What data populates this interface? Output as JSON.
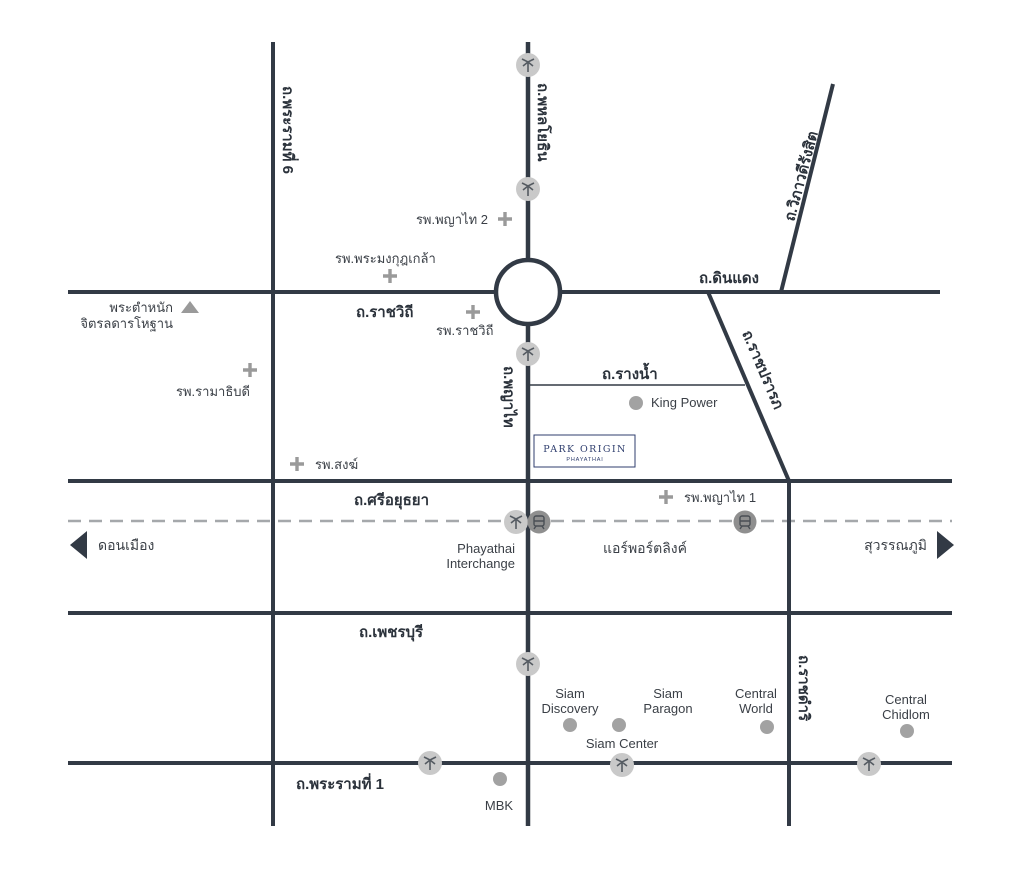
{
  "roads": {
    "phahonyothin": "ถ.พหลโยธิน",
    "rama6": "ถ.พระรามที่ 6",
    "vibhavadi": "ถ.วิภาวดีรังสิต",
    "din_daeng": "ถ.ดินแดง",
    "ratchawithi": "ถ.ราชวิถี",
    "ratchaprarop": "ถ.ราชปรารภ",
    "rang_nam": "ถ.รางน้ำ",
    "phaya_thai": "ถ.พญาไท",
    "si_ayutthaya": "ถ.ศรีอยุธยา",
    "phetchaburi": "ถ.เพชรบุรี",
    "ratchadamri": "ถ.ราชดำริ",
    "rama1": "ถ.พระรามที่ 1"
  },
  "places": {
    "phyathai2": "รพ.พญาไท 2",
    "phramongkut": "รพ.พระมงกุฎเกล้า",
    "palace_line1": "พระตำหนัก",
    "palace_line2": "จิตรลดารโหฐาน",
    "ratchawithi_hosp": "รพ.ราชวิถี",
    "ramathibodi": "รพ.รามาธิบดี",
    "songkhro": "รพ.สงฆ์",
    "king_power": "King Power",
    "phyathai1": "รพ.พญาไท 1",
    "interchange_line1": "Phayathai",
    "interchange_line2": "Interchange",
    "airport_link": "แอร์พอร์ตลิงค์",
    "siam_discovery_line1": "Siam",
    "siam_discovery_line2": "Discovery",
    "siam_paragon_line1": "Siam",
    "siam_paragon_line2": "Paragon",
    "central_world_line1": "Central",
    "central_world_line2": "World",
    "central_chidlom_line1": "Central",
    "central_chidlom_line2": "Chidlom",
    "siam_center": "Siam Center",
    "mbk": "MBK"
  },
  "destinations": {
    "west": "ดอนเมือง",
    "east": "สุวรรณภูมิ"
  },
  "project": {
    "logo_name": "PARK ORIGIN",
    "logo_sub": "PHAYATHAI"
  },
  "colors": {
    "road": "#323a45",
    "rail": "#a5a8ab",
    "marker": "#9a9a9a",
    "logo": "#2f3e6e"
  },
  "icons": {
    "bts_station": "bts-train-icon",
    "airport_link_station": "airport-rail-link-icon",
    "hospital": "plus-icon",
    "landmark": "triangle-icon",
    "place": "dot-icon",
    "direction": "arrow-icon"
  }
}
